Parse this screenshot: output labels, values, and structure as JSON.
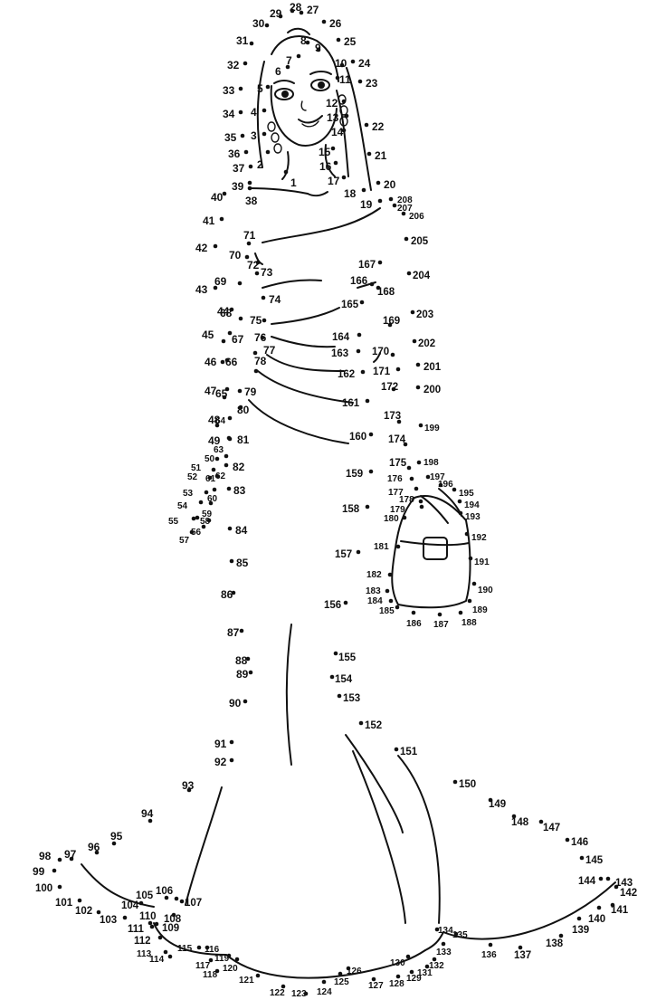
{
  "labels": [
    "1",
    "2",
    "3",
    "4",
    "5",
    "6",
    "7",
    "8",
    "9",
    "10",
    "11",
    "12",
    "13",
    "14",
    "15",
    "16",
    "17",
    "18",
    "19",
    "20",
    "21",
    "22",
    "23",
    "24",
    "25",
    "26",
    "27",
    "28",
    "29",
    "30",
    "31",
    "32",
    "33",
    "34",
    "35",
    "36",
    "37",
    "38",
    "39",
    "40",
    "41",
    "42",
    "43",
    "44",
    "45",
    "46",
    "47",
    "48",
    "49",
    "50",
    "51",
    "52",
    "53",
    "54",
    "55",
    "56",
    "57",
    "58",
    "59",
    "60",
    "61",
    "62",
    "63",
    "64",
    "65",
    "66",
    "67",
    "68",
    "69",
    "70",
    "71",
    "72",
    "73",
    "74",
    "75",
    "76",
    "77",
    "78",
    "79",
    "80",
    "81",
    "82",
    "83",
    "84",
    "85",
    "86",
    "87",
    "88",
    "89",
    "90",
    "91",
    "92",
    "93",
    "94",
    "95",
    "96",
    "97",
    "98",
    "99",
    "100",
    "101",
    "102",
    "103",
    "104",
    "105",
    "106",
    "107",
    "108",
    "109",
    "110",
    "111",
    "112",
    "113",
    "114",
    "115",
    "116",
    "117",
    "118",
    "119",
    "120",
    "121",
    "122",
    "123",
    "124",
    "125",
    "126",
    "127",
    "128",
    "129",
    "130",
    "131",
    "132",
    "133",
    "134",
    "135",
    "136",
    "137",
    "138",
    "139",
    "140",
    "141",
    "142",
    "143",
    "144",
    "145",
    "146",
    "147",
    "148",
    "149",
    "150",
    "151",
    "152",
    "153",
    "154",
    "155",
    "156",
    "157",
    "158",
    "159",
    "160",
    "161",
    "162",
    "163",
    "164",
    "165",
    "166",
    "167",
    "168",
    "169",
    "170",
    "171",
    "172",
    "173",
    "174",
    "175",
    "176",
    "177",
    "178",
    "179",
    "180",
    "181",
    "182",
    "183",
    "184",
    "185",
    "186",
    "187",
    "188",
    "189",
    "190",
    "191",
    "192",
    "193",
    "194",
    "195",
    "196",
    "197",
    "198",
    "199",
    "200",
    "201",
    "202",
    "203",
    "204",
    "205",
    "206",
    "207",
    "208"
  ]
}
